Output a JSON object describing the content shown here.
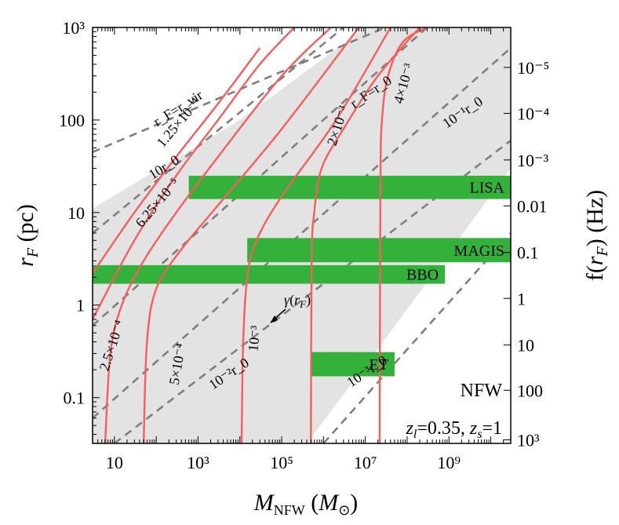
{
  "chart_data": {
    "type": "line",
    "xlabel": "M_NFW (M_⊙)",
    "ylabel_left": "r_F (pc)",
    "ylabel_right": "f(r_F) (Hz)",
    "xscale": "log",
    "yscale": "log",
    "xlim": [
      3,
      30000000000
    ],
    "ylim": [
      0.032,
      1000
    ],
    "x_ticks": [
      {
        "value": 10,
        "label": "10"
      },
      {
        "value": 1000,
        "label": "10³"
      },
      {
        "value": 100000,
        "label": "10⁵"
      },
      {
        "value": 10000000,
        "label": "10⁷"
      },
      {
        "value": 1000000000,
        "label": "10⁹"
      }
    ],
    "y_ticks_left": [
      {
        "value": 1000,
        "label": "10³"
      },
      {
        "value": 100,
        "label": "100"
      },
      {
        "value": 10,
        "label": "10"
      },
      {
        "value": 1,
        "label": "1"
      },
      {
        "value": 0.1,
        "label": "0.1"
      }
    ],
    "y_ticks_right": [
      {
        "value": 0.035,
        "label": "10³"
      },
      {
        "value": 0.12,
        "label": "100"
      },
      {
        "value": 0.37,
        "label": "10"
      },
      {
        "value": 1.18,
        "label": "1"
      },
      {
        "value": 3.7,
        "label": "0.1"
      },
      {
        "value": 11.8,
        "label": "0.01"
      },
      {
        "value": 37,
        "label": "10⁻³"
      },
      {
        "value": 118,
        "label": "10⁻⁴"
      },
      {
        "value": 370,
        "label": "10⁻⁵"
      }
    ],
    "shaded_region": {
      "description_points": [
        [
          3,
          0.032
        ],
        [
          3,
          11
        ],
        [
          10000,
          100
        ],
        [
          10000000,
          1000
        ],
        [
          30000000000,
          1000
        ],
        [
          30000000000,
          30
        ],
        [
          100000000,
          0.9
        ],
        [
          400000,
          0.032
        ]
      ],
      "color": "#e3e3e3"
    },
    "dashed_lines": [
      {
        "label": "r_F=r_vir",
        "x": [
          3,
          30000000
        ],
        "y": [
          45,
          1000
        ]
      },
      {
        "label": "10r_0",
        "x": [
          3,
          3000000
        ],
        "y": [
          6,
          1000
        ]
      },
      {
        "label": "r_F=r_0",
        "x": [
          3,
          300000000
        ],
        "y": [
          0.6,
          1000
        ]
      },
      {
        "label": "10⁻¹r_0",
        "x": [
          3,
          30000000000
        ],
        "y": [
          0.06,
          600
        ]
      },
      {
        "label": "10⁻²r_0",
        "x": [
          10,
          30000000000
        ],
        "y": [
          0.032,
          60
        ]
      },
      {
        "label": "10⁻³r_0",
        "x": [
          1000000,
          30000000000
        ],
        "y": [
          0.032,
          6
        ]
      }
    ],
    "gamma_contours": [
      {
        "label": "6.25×10⁻⁵",
        "x": [
          3,
          30,
          300,
          3000,
          30000
        ],
        "y": [
          2.2,
          10,
          40,
          150,
          600
        ]
      },
      {
        "label": "1.25×10⁻⁴",
        "x": [
          3,
          30,
          300,
          3000,
          30000,
          200000
        ],
        "y": [
          0.7,
          5,
          25,
          100,
          400,
          1000
        ]
      },
      {
        "label": "2.5×10⁻⁴",
        "x": [
          6,
          8,
          15,
          50,
          300,
          3000,
          100000,
          1500000
        ],
        "y": [
          0.032,
          0.3,
          1.0,
          3,
          10,
          40,
          300,
          1000
        ]
      },
      {
        "label": "5×10⁻⁴",
        "x": [
          50,
          60,
          100,
          400,
          3000,
          100000,
          7000000
        ],
        "y": [
          0.032,
          0.4,
          1.5,
          4,
          12,
          80,
          1000
        ]
      },
      {
        "label": "10⁻³",
        "x": [
          11000,
          12000,
          15000,
          25000,
          100000,
          2000000,
          40000000
        ],
        "y": [
          0.032,
          0.4,
          2,
          5,
          15,
          100,
          1000
        ]
      },
      {
        "label": "2×10⁻³",
        "x": [
          500000,
          520000,
          600000,
          900000,
          3000000,
          20000000,
          200000000
        ],
        "y": [
          0.032,
          3,
          10,
          30,
          80,
          300,
          1000
        ]
      },
      {
        "label": "4×10⁻³",
        "x": [
          22000000,
          23000000,
          25000000,
          35000000,
          80000000,
          300000000
        ],
        "y": [
          0.032,
          20,
          100,
          300,
          700,
          1000
        ]
      }
    ],
    "bands": [
      {
        "label": "LISA",
        "x_range": [
          600,
          30000000000
        ],
        "y_range": [
          14,
          25
        ]
      },
      {
        "label": "MAGIS",
        "x_range": [
          15000,
          30000000000
        ],
        "y_range": [
          2.9,
          5.3
        ]
      },
      {
        "label": "BBO",
        "x_range": [
          3,
          800000000
        ],
        "y_range": [
          1.7,
          2.7
        ]
      },
      {
        "label": "ET",
        "x_range": [
          500000,
          50000000
        ],
        "y_range": [
          0.17,
          0.31
        ]
      }
    ],
    "annotations": {
      "gamma": "γ(r_F)",
      "model": "NFW",
      "redshifts": "z_l=0.35, z_s=1"
    },
    "colors": {
      "contour": "#f25f5c",
      "dashed": "#7f7f7f",
      "band": "#33b13a",
      "shade": "#e3e3e3"
    }
  }
}
